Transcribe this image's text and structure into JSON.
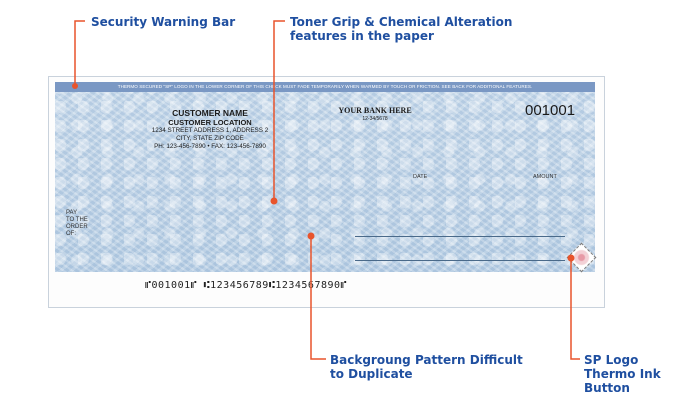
{
  "callouts": {
    "security_warning_bar": "Security Warning Bar",
    "toner_grip": "Toner Grip & Chemical Alteration\nfeatures in the paper",
    "background_pattern": "Backgroung Pattern Difficult\nto Duplicate",
    "sp_logo": "SP Logo\nThermo Ink\nButton"
  },
  "check": {
    "security_bar_text": "THERMO SECURED \"SP\" LOGO IN THE LOWER CORNER OF THIS CHECK MUST FADE TEMPORARILY WHEN WARMED BY TOUCH OR FRICTION. SEE BACK FOR ADDITIONAL FEATURES.",
    "customer_name": "CUSTOMER NAME",
    "customer_location": "CUSTOMER LOCATION",
    "address_line1": "1234 STREET ADDRESS 1, ADDRESS 2",
    "address_line2": "CITY, STATE ZIP CODE",
    "phone_fax": "PH: 123-456-7890 • FAX: 123-456-7890",
    "bank_name": "YOUR BANK HERE",
    "routing_fraction": "12-34/5678",
    "check_number": "001001",
    "date_label": "DATE",
    "amount_label": "AMOUNT",
    "pay_to_label": "PAY\nTO THE\nORDER\nOF:",
    "micr_line": "⑈001001⑈ ⑆123456789⑆1234567890⑈"
  },
  "colors": {
    "callout_text": "#1f4fa0",
    "callout_line": "#e8542c",
    "security_bar": "#7a98c4",
    "check_pattern": "#bfd3e7"
  }
}
